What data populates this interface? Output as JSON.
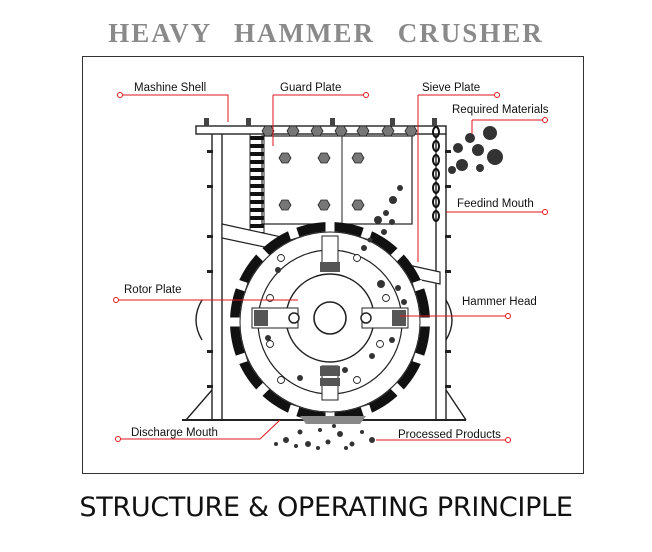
{
  "title": "HEAVY  HAMMER CRUSHER",
  "footer": "STRUCTURE & OPERATING PRINCIPLE",
  "colors": {
    "callout_line": "#e0161b",
    "outline": "#222222",
    "title_gray": "#8a8a8a"
  },
  "labels": {
    "machine_shell": "Mashine Shell",
    "guard_plate": "Guard Plate",
    "sieve_plate": "Sieve Plate",
    "required_materials": "Required Materials",
    "feeding_mouth": "Feedind Mouth",
    "rotor_plate": "Rotor Plate",
    "hammer_head": "Hammer Head",
    "discharge_mouth": "Discharge Mouth",
    "processed_products": "Processed Products"
  }
}
